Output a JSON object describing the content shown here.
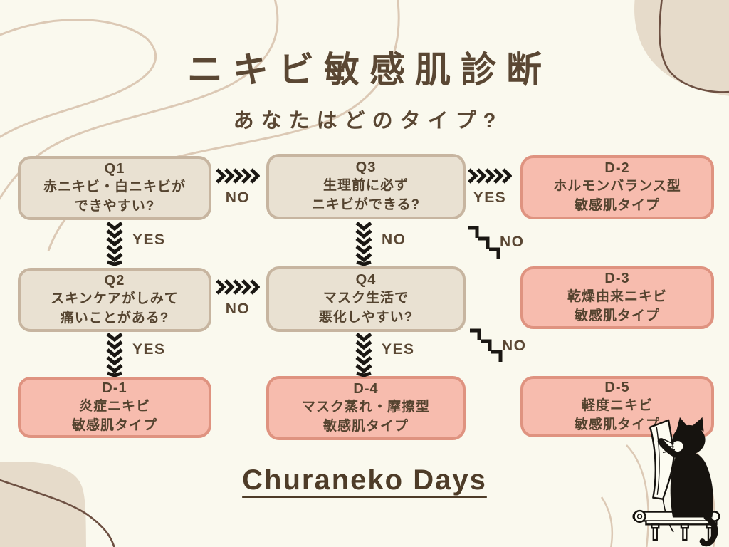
{
  "page": {
    "title": "ニキビ敏感肌診断",
    "subtitle": "あなたはどのタイプ?",
    "footer_brand": "Churaneko Days"
  },
  "colors": {
    "background": "#faf9ee",
    "question_box_fill": "#e9e1d2",
    "question_box_border": "#c7b5a0",
    "result_box_fill": "#f7bcae",
    "result_box_border": "#df9380",
    "heading_brown": "#5a4733",
    "box_text_brown": "#54432f",
    "arrow_black": "#1a1713",
    "deco_line_tan": "#dcc9b5",
    "deco_blob_beige": "#e6dbca",
    "deco_line_brown": "#6d5042"
  },
  "flowchart": {
    "boxes": [
      {
        "id": "Q1",
        "type": "question",
        "lines": [
          "赤ニキビ・白ニキビが",
          "できやすい?"
        ]
      },
      {
        "id": "Q3",
        "type": "question",
        "lines": [
          "生理前に必ず",
          "ニキビができる?"
        ]
      },
      {
        "id": "D-2",
        "type": "result",
        "lines": [
          "ホルモンバランス型",
          "敏感肌タイプ"
        ]
      },
      {
        "id": "Q2",
        "type": "question",
        "lines": [
          "スキンケアがしみて",
          "痛いことがある?"
        ]
      },
      {
        "id": "Q4",
        "type": "question",
        "lines": [
          "マスク生活で",
          "悪化しやすい?"
        ]
      },
      {
        "id": "D-3",
        "type": "result",
        "lines": [
          "乾燥由来ニキビ",
          "敏感肌タイプ"
        ]
      },
      {
        "id": "D-1",
        "type": "result",
        "lines": [
          "炎症ニキビ",
          "敏感肌タイプ"
        ]
      },
      {
        "id": "D-4",
        "type": "result",
        "lines": [
          "マスク蒸れ・摩擦型",
          "敏感肌タイプ"
        ]
      },
      {
        "id": "D-5",
        "type": "result",
        "lines": [
          "軽度ニキビ",
          "敏感肌タイプ"
        ]
      }
    ],
    "edges": {
      "q1_to_q3": "NO",
      "q1_to_q2": "YES",
      "q3_to_d2": "YES",
      "q3_to_q4": "NO",
      "d2_branch_down": "NO",
      "q2_to_q4": "NO",
      "q2_to_d1": "YES",
      "q4_to_d4": "YES",
      "d3_branch_down": "NO"
    }
  }
}
